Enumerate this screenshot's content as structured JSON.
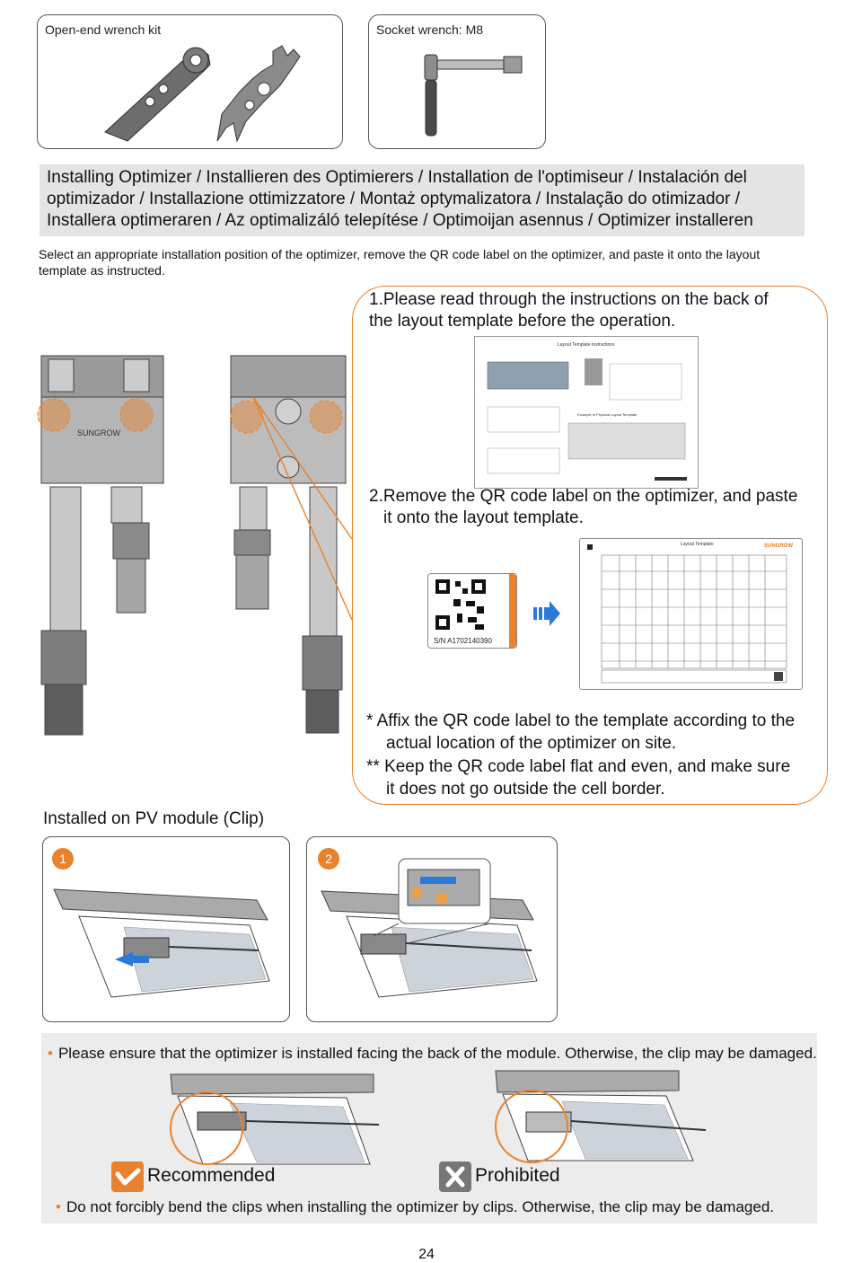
{
  "tools": {
    "wrench_label": "Open-end wrench kit",
    "socket_label": "Socket wrench: M8"
  },
  "heading": {
    "line1": "Installing Optimizer / Installieren des Optimierers / Installation de l'optimiseur / Instalación del",
    "line2": "optimizador / Installazione ottimizzatore / Montaż optymalizatora / Instalação do otimizador /",
    "line3": "Installera optimeraren / Az optimalizáló telepítése / Optimoijan asennus / Optimizer installeren"
  },
  "intro": {
    "line1": "Select an appropriate installation position of the optimizer, remove the QR code label on the optimizer, and paste it onto the layout",
    "line2": "template as instructed."
  },
  "steps": {
    "step1_line1": "1.Please read through the instructions on the back of",
    "step1_line2": "the layout template before the operation.",
    "step2_line1": "2.Remove the QR code label on the optimizer, and paste",
    "step2_line2": "it onto the layout template."
  },
  "template_doc": {
    "title": "Layout Template Instructions",
    "example_title": "Example of Physical Layout Template"
  },
  "qr_label": {
    "serial": "S/N A1702140390"
  },
  "layout_template": {
    "title": "Layout Template",
    "brand": "SUNGROW"
  },
  "optimizer": {
    "brand": "SUNGROW"
  },
  "notes": {
    "note1_line1": "*  Affix the QR code label to the template according to the",
    "note1_line2": "actual location of the optimizer on site.",
    "note2_line1": "** Keep the QR code label flat and even, and make sure",
    "note2_line2": "it does not go outside the cell border."
  },
  "clip": {
    "title": "Installed on PV module (Clip)",
    "step1": "1",
    "step2": "2"
  },
  "caution": {
    "bullet1": "Please ensure that the optimizer is installed facing the back of the module. Otherwise, the clip may be damaged.",
    "recommended": "Recommended",
    "prohibited": "Prohibited",
    "bullet2": "Do not forcibly bend the clips when installing the optimizer by clips. Otherwise, the clip may be damaged."
  },
  "page_number": "24",
  "colors": {
    "accent": "#e8822e",
    "box_gray": "#e4e4e4",
    "caution_gray": "#ececec"
  }
}
